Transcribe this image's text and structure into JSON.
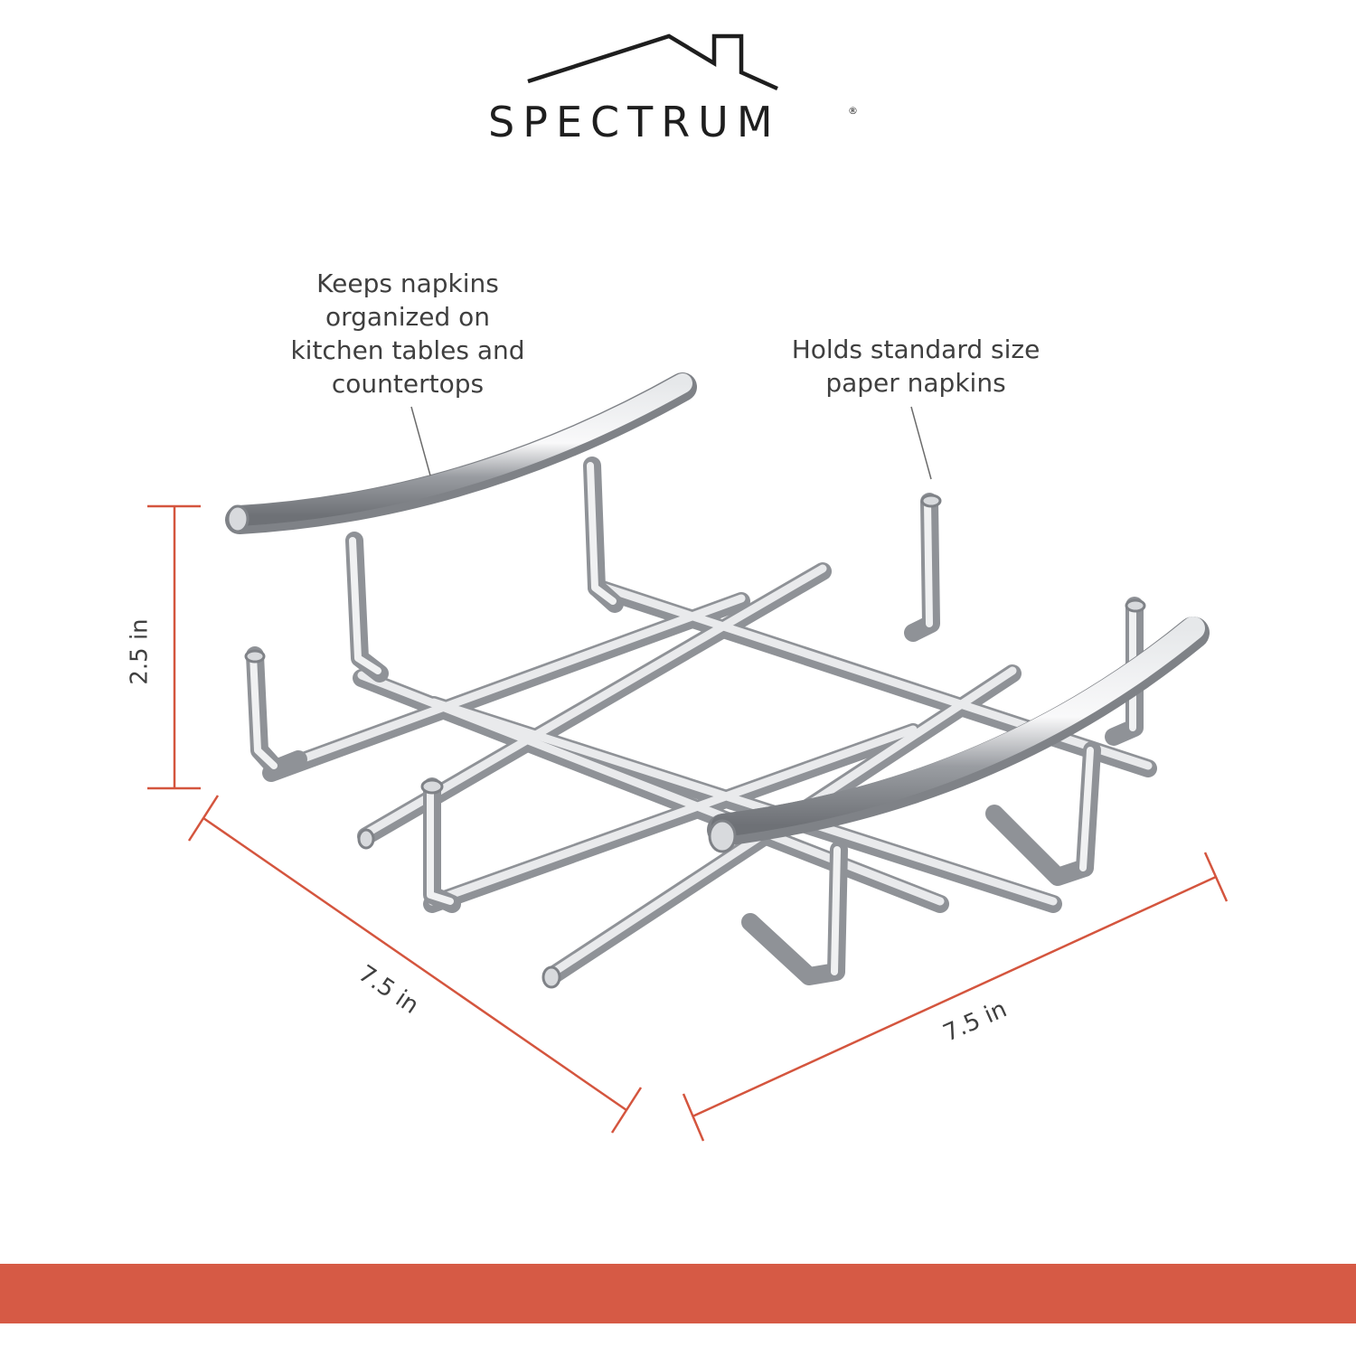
{
  "brand": {
    "name": "SPECTRUM",
    "registered_mark": "®",
    "logo_icon": "house-roofline-icon",
    "color": "#1e1e1e"
  },
  "callouts": {
    "left": [
      "Keeps napkins",
      "organized on",
      "kitchen tables and",
      "countertops"
    ],
    "right": [
      "Holds standard size",
      "paper napkins"
    ]
  },
  "dimensions": {
    "height": "2.5 in",
    "depth": "7.5 in",
    "width": "7.5 in"
  },
  "colors": {
    "dimension_line": "#d4553e",
    "footer_bar": "#d65a45",
    "text": "#3f3f3f",
    "metal": "#b9bcc0"
  },
  "product": {
    "icon": "napkin-holder-illustration"
  }
}
